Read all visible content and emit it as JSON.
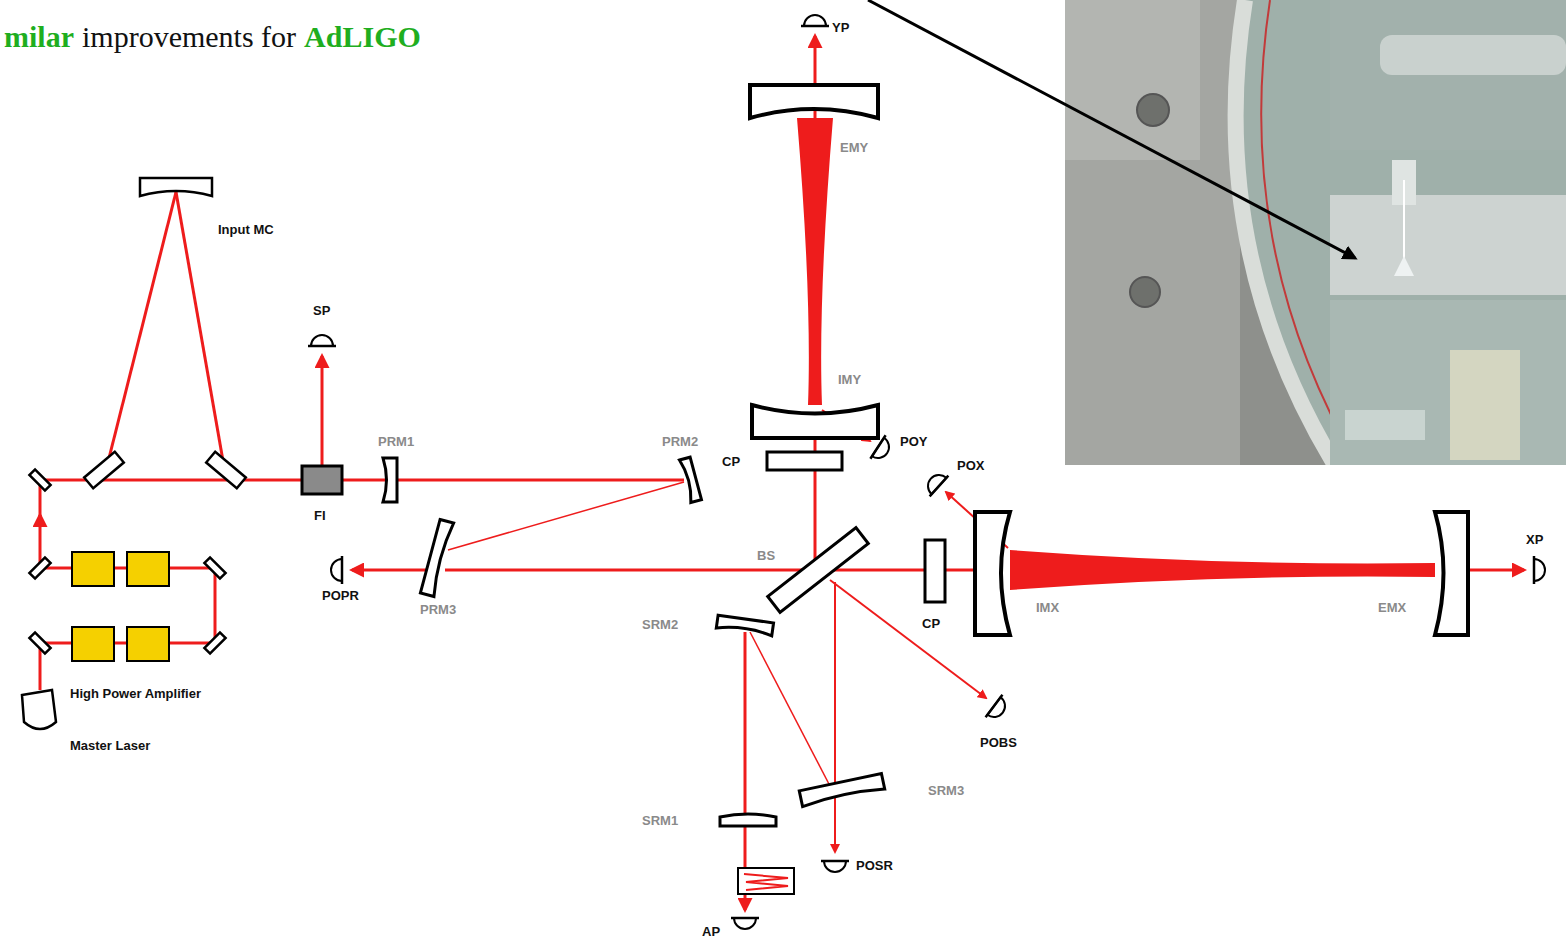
{
  "diagram": {
    "labels": [
      "milar",
      "improvements for",
      "AdLIGO",
      "YP",
      "EMY",
      "Input MC",
      "IMY",
      "SP",
      "PRM1",
      "PRM2",
      "POY",
      "CP",
      "POX",
      "FI",
      "POPR",
      "PRM3",
      "BS",
      "CP",
      "IMX",
      "EMX",
      "XP",
      "SRM2",
      "High Power Amplifier",
      "POBS",
      "Master Laser",
      "SRM3",
      "SRM1",
      "POSR",
      "AP"
    ]
  }
}
